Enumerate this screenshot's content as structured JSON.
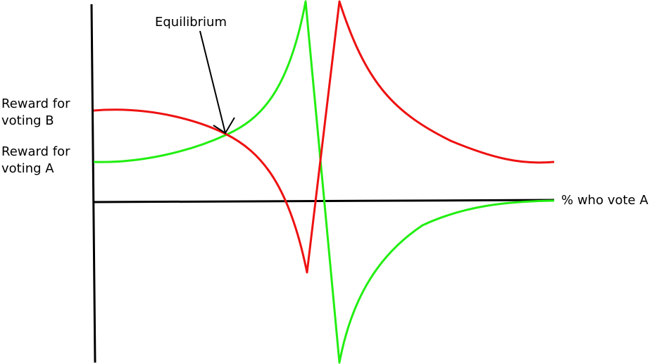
{
  "labels": {
    "reward_b_line1": "Reward for",
    "reward_b_line2": "voting B",
    "reward_a_line1": "Reward for",
    "reward_a_line2": "voting A",
    "x_axis": "% who vote A",
    "annotation": "Equilibrium"
  },
  "colors": {
    "reward_b_curve": "#ee1111",
    "reward_a_curve": "#22ee11",
    "axes": "#000000"
  }
}
